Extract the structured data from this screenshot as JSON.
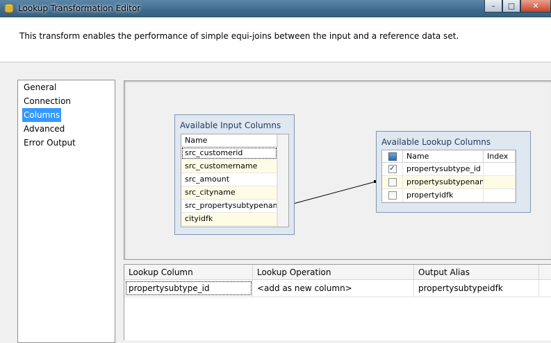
{
  "window": {
    "title": "Lookup Transformation Editor",
    "minimize": "–",
    "maximize": "□",
    "close": "✕"
  },
  "banner": {
    "description": "This transform enables the performance of simple equi-joins between the input and a reference data set."
  },
  "nav": {
    "items": [
      {
        "label": "General",
        "active": false
      },
      {
        "label": "Connection",
        "active": false
      },
      {
        "label": "Columns",
        "active": true
      },
      {
        "label": "Advanced",
        "active": false
      },
      {
        "label": "Error Output",
        "active": false
      }
    ]
  },
  "input_columns": {
    "title": "Available Input Columns",
    "header": "Name",
    "rows": [
      "src_customerid",
      "src_customername",
      "src_amount",
      "src_cityname",
      "src_propertysubtypename",
      "cityidfk"
    ]
  },
  "lookup_columns": {
    "title": "Available Lookup Columns",
    "headers": {
      "name": "Name",
      "index": "Index"
    },
    "rows": [
      {
        "name": "propertysubtype_id",
        "checked": true,
        "checkmark": "✓"
      },
      {
        "name": "propertysubtypename",
        "checked": false,
        "checkmark": ""
      },
      {
        "name": "propertyidfk",
        "checked": false,
        "checkmark": ""
      }
    ]
  },
  "mapping": {
    "headers": {
      "lookup_column": "Lookup Column",
      "lookup_operation": "Lookup Operation",
      "output_alias": "Output Alias"
    },
    "rows": [
      {
        "lookup_column": "propertysubtype_id",
        "lookup_operation": "<add as new column>",
        "output_alias": "propertysubtypeidfk"
      }
    ]
  }
}
